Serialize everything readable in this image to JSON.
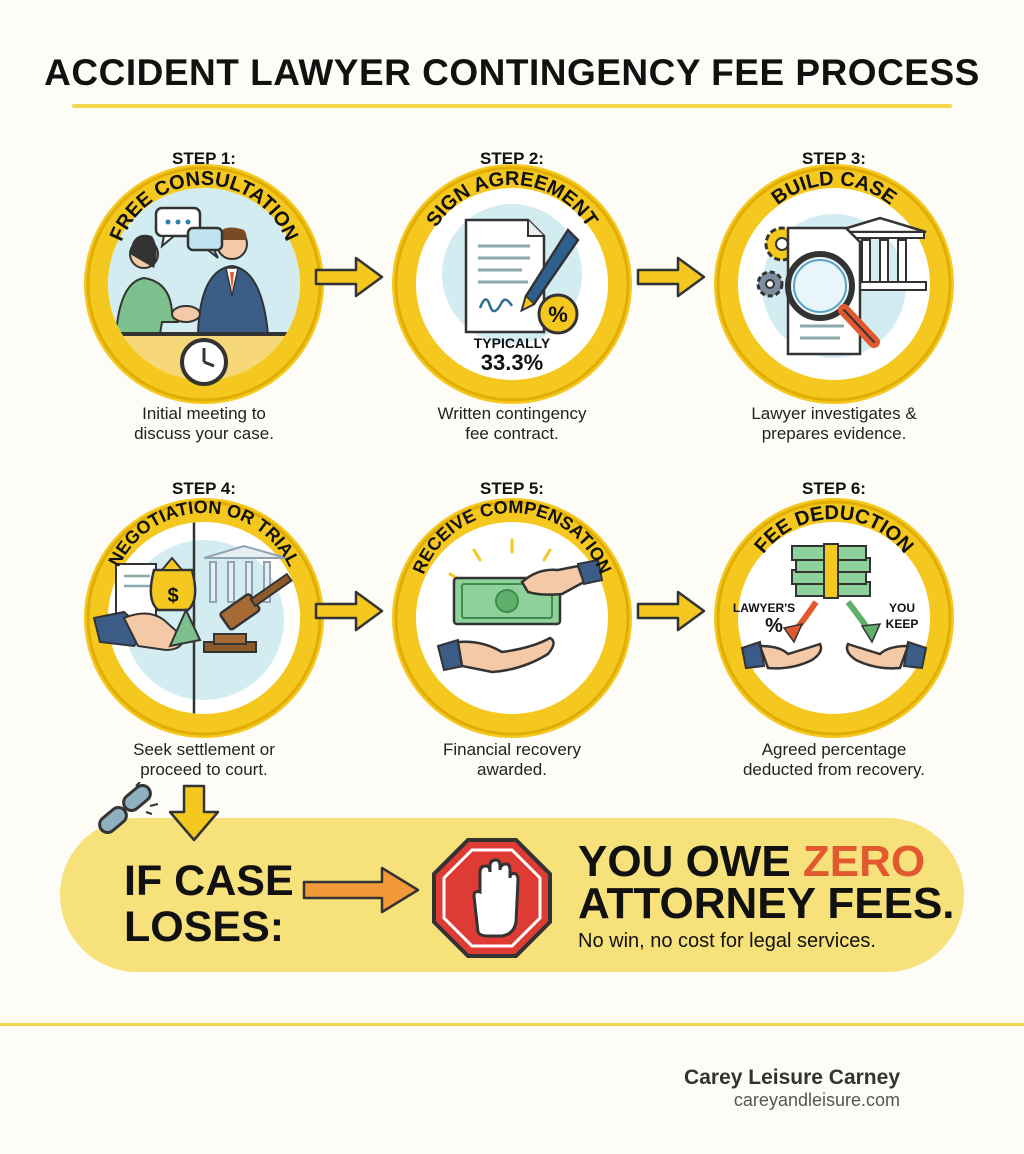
{
  "title": "ACCIDENT LAWYER CONTINGENCY FEE PROCESS",
  "colors": {
    "ring": "#f5c820",
    "ring_dark": "#e8b600",
    "scene_bg": "#d3ecf2",
    "banner": "#f7e17a",
    "accent_orange": "#e2592f",
    "stop_red": "#dd3b33"
  },
  "steps": [
    {
      "step": "STEP 1:",
      "name": "FREE CONSULTATION",
      "caption1": "Initial meeting to",
      "caption2": "discuss your case.",
      "icons": [
        "people-meeting-icon",
        "chat-bubbles-icon",
        "clock-icon"
      ]
    },
    {
      "step": "STEP 2:",
      "name": "SIGN AGREEMENT",
      "caption1": "Written contingency",
      "caption2": "fee contract.",
      "icons": [
        "contract-icon",
        "pen-icon",
        "percent-icon"
      ],
      "badge_label": "TYPICALLY",
      "badge_value": "33.3%"
    },
    {
      "step": "STEP 3:",
      "name": "BUILD CASE",
      "caption1": "Lawyer investigates &",
      "caption2": "prepares evidence.",
      "icons": [
        "gears-icon",
        "courthouse-icon",
        "magnifier-icon"
      ]
    },
    {
      "step": "STEP 4:",
      "name": "NEGOTIATION OR TRIAL",
      "caption1": "Seek settlement or",
      "caption2": "proceed to court.",
      "icons": [
        "handshake-icon",
        "money-bag-icon",
        "gavel-icon"
      ]
    },
    {
      "step": "STEP 5:",
      "name": "RECEIVE COMPENSATION",
      "caption1": "Financial recovery",
      "caption2": "awarded.",
      "icons": [
        "cash-icon",
        "open-hand-icon"
      ]
    },
    {
      "step": "STEP 6:",
      "name": "FEE DEDUCTION",
      "caption1": "Agreed percentage",
      "caption2": "deducted from recovery.",
      "icons": [
        "money-stack-icon",
        "split-arrows-icon"
      ],
      "label_left1": "LAWYER'S",
      "label_left2": "%",
      "label_right1": "YOU",
      "label_right2": "KEEP"
    }
  ],
  "lose": {
    "line1": "IF CASE",
    "line2": "LOSES:",
    "owe_prefix": "YOU OWE ",
    "owe_zero": "ZERO",
    "owe_line2": "ATTORNEY FEES.",
    "note": "No win, no cost for legal services."
  },
  "footer": {
    "brand": "Carey Leisure Carney",
    "url": "careyandleisure.com"
  }
}
